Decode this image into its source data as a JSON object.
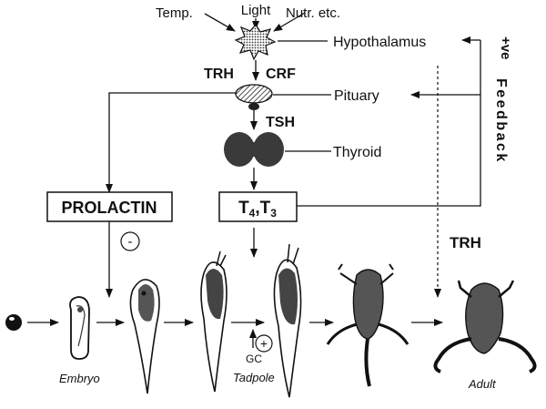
{
  "inputs": {
    "temp": "Temp.",
    "light": "Light",
    "nutr": "Nutr. etc."
  },
  "organs": {
    "hypothalamus": "Hypothalamus",
    "pituitary": "Pituary",
    "thyroid": "Thyroid"
  },
  "hormones": {
    "trh_top": "TRH",
    "crf": "CRF",
    "tsh": "TSH",
    "trh_right": "TRH",
    "gc": "GC"
  },
  "boxes": {
    "prolactin": "PROLACTIN",
    "t4": "T",
    "t4_sub": "4",
    "t3_sep": ",T",
    "t3_sub": "3"
  },
  "feedback": {
    "sign": "+ve",
    "word": "Feedback"
  },
  "signs": {
    "minus": "-",
    "plus": "+"
  },
  "stages": {
    "embryo": "Embryo",
    "tadpole": "Tadpole",
    "adult": "Adult"
  }
}
